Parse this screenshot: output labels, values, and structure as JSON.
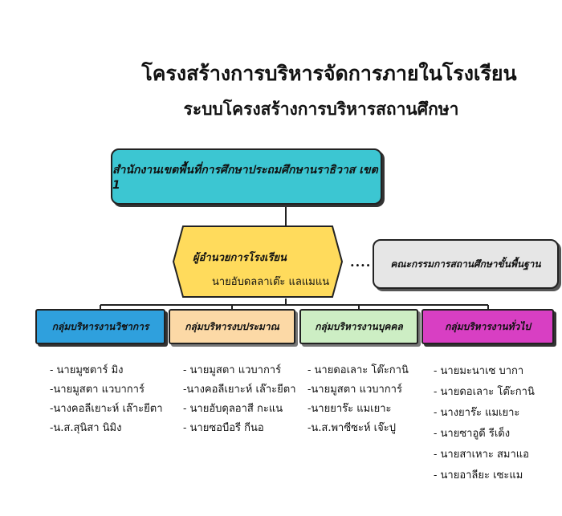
{
  "title": "โครงสร้างการบริหารจัดการภายในโรงเรียน",
  "subtitle": "ระบบโครงสร้างการบริหารสถานศึกษา",
  "office": "สำนักงานเขตพื้นที่การศึกษาประถมศึกษานราธิวาส เขต 1",
  "director": {
    "title": "ผู้อำนวยการโรงเรียน",
    "name": "นายอับดลลาเต๊ะ แลแมแน"
  },
  "connector_dots": "....",
  "board": "คณะกรรมการสถานศึกษาขั้นพื้นฐาน",
  "groups": [
    {
      "label": "กลุ่มบริหารงานวิชาการ",
      "color": "#2fa0dd",
      "members": [
        "- นายมูซตาร์   มิง",
        "-นายมูสตา  แวบาการ์",
        "-นางคอลีเยาะห์  เล๊าะยีตา",
        "-น.ส.สุนิสา  นิมิง"
      ]
    },
    {
      "label": "กลุ่มบริหารงบประมาณ",
      "color": "#fcd9a6",
      "members": [
        "- นายมูสตา    แวบาการ์",
        "-นางคอลีเยาะห์  เล๊าะยีตา",
        "- นายอับดุลอาสี  กะแน",
        "- นายซอบือรี    กีนอ"
      ]
    },
    {
      "label": "กลุ่มบริหารงานบุคคล",
      "color": "#cdeec4",
      "members": [
        "- นายดอเลาะ     โต๊ะกานิ",
        "-นายมูสตา       แวบาการ์",
        "-นายยาร๊ะ        แมเยาะ",
        "-น.ส.พาซีซะห์  เจ๊ะปู"
      ]
    },
    {
      "label": "กลุ่มบริหารงานทั่วไป",
      "color": "#d83fc3",
      "members": [
        "- นายมะนาเซ     บากา",
        "- นายดอเลาะ   โต๊ะกานิ",
        "- นางยาร๊ะ     แมเยาะ",
        "- นายซาอูดี     รีเด็ง",
        "- นายสาเหาะ     สมาแอ",
        "- นายอาลียะ     เซะแม"
      ]
    }
  ]
}
